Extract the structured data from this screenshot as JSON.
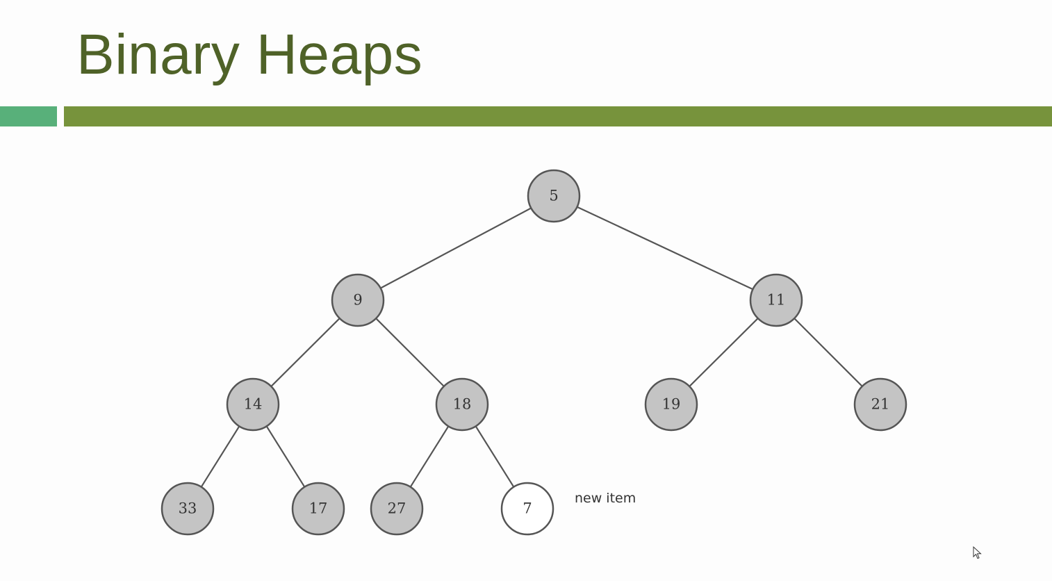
{
  "slide": {
    "title": "Binary Heaps"
  },
  "colors": {
    "title": "#4f6228",
    "bar_left": "#58b07a",
    "bar_right": "#77933c",
    "node_fill": "#c4c4c4",
    "new_node_fill": "#ffffff",
    "node_stroke": "#555555",
    "edge": "#555555"
  },
  "heap": {
    "nodes": [
      {
        "id": "n5",
        "label": "5",
        "new": false
      },
      {
        "id": "n9",
        "label": "9",
        "new": false
      },
      {
        "id": "n11",
        "label": "11",
        "new": false
      },
      {
        "id": "n14",
        "label": "14",
        "new": false
      },
      {
        "id": "n18",
        "label": "18",
        "new": false
      },
      {
        "id": "n19",
        "label": "19",
        "new": false
      },
      {
        "id": "n21",
        "label": "21",
        "new": false
      },
      {
        "id": "n33",
        "label": "33",
        "new": false
      },
      {
        "id": "n17",
        "label": "17",
        "new": false
      },
      {
        "id": "n27",
        "label": "27",
        "new": false
      },
      {
        "id": "n7",
        "label": "7",
        "new": true
      }
    ],
    "edges": [
      [
        "n5",
        "n9"
      ],
      [
        "n5",
        "n11"
      ],
      [
        "n9",
        "n14"
      ],
      [
        "n9",
        "n18"
      ],
      [
        "n11",
        "n19"
      ],
      [
        "n11",
        "n21"
      ],
      [
        "n14",
        "n33"
      ],
      [
        "n14",
        "n17"
      ],
      [
        "n18",
        "n27"
      ],
      [
        "n18",
        "n7"
      ]
    ],
    "new_item_label": "new item"
  }
}
